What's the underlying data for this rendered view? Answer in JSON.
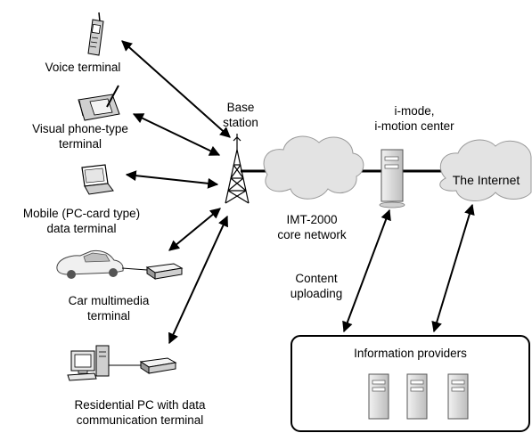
{
  "terminals": {
    "voice": "Voice terminal",
    "visual_phone": [
      "Visual phone-type",
      "terminal"
    ],
    "mobile_data": [
      "Mobile (PC-card type)",
      "data terminal"
    ],
    "car_multimedia": [
      "Car multimedia",
      "terminal"
    ],
    "residential_pc": [
      "Residential PC with data",
      "communication terminal"
    ]
  },
  "base_station": [
    "Base",
    "station"
  ],
  "core_network": [
    "IMT-2000",
    "core network"
  ],
  "imode_center": [
    "i-mode,",
    "i-motion center"
  ],
  "internet": "The Internet",
  "content_uploading": [
    "Content",
    "uploading"
  ],
  "information_providers": "Information providers"
}
